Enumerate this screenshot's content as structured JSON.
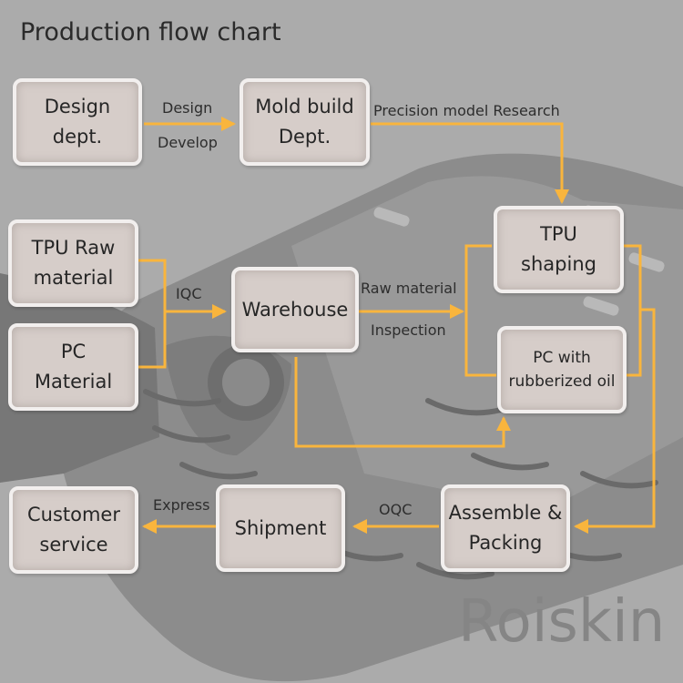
{
  "title": "Production flow chart",
  "nodes": {
    "design": "Design\ndept.",
    "mold": "Mold build\nDept.",
    "tpu_raw": "TPU Raw\nmaterial",
    "pc_material": "PC\nMaterial",
    "warehouse": "Warehouse",
    "tpu_shaping": "TPU\nshaping",
    "pc_oil": "PC with\nrubberized oil",
    "customer": "Customer\nservice",
    "shipment": "Shipment",
    "assemble": "Assemble &\nPacking"
  },
  "labels": {
    "design": "Design",
    "develop": "Develop",
    "precision": "Precision model Research",
    "iqc": "IQC",
    "raw_material": "Raw material",
    "inspection": "Inspection",
    "express": "Express",
    "oqc": "OQC"
  },
  "brand": "Roiskin",
  "colors": {
    "arrow": "#f9b53d",
    "node_fill": "#d6cdc9",
    "node_border": "#f2efee",
    "background": "#ababab"
  }
}
